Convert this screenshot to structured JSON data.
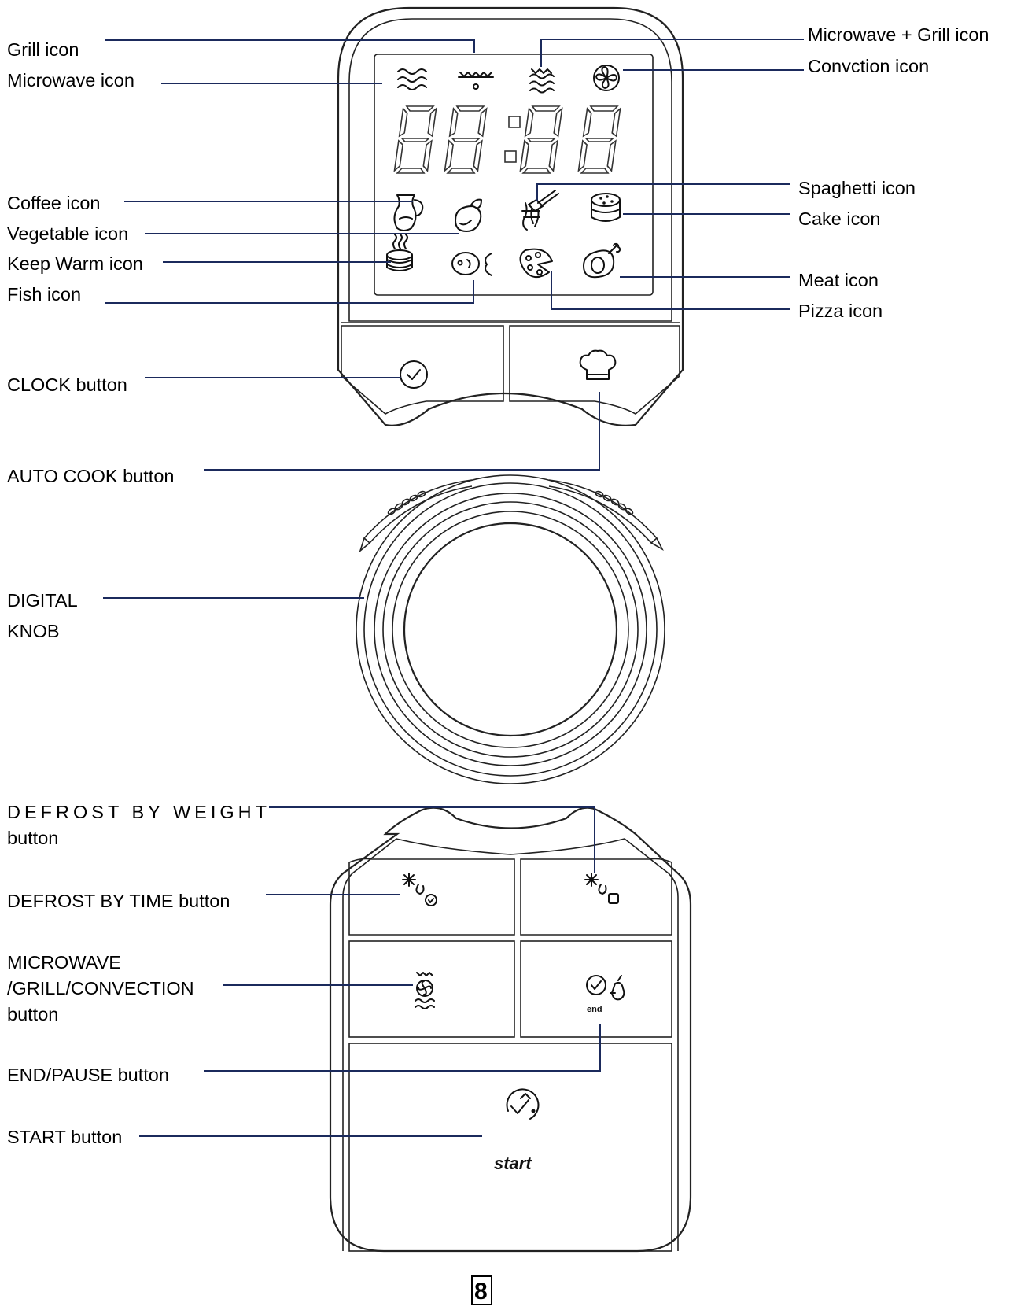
{
  "labels": {
    "grill": "Grill icon",
    "microwave": "Microwave icon",
    "microwave_grill": "Microwave + Grill icon",
    "convection": "Convction icon",
    "spaghetti": "Spaghetti icon",
    "cake": "Cake icon",
    "coffee": "Coffee icon",
    "vegetable": "Vegetable icon",
    "keep_warm": "Keep Warm icon",
    "fish": "Fish icon",
    "meat": "Meat icon",
    "pizza": "Pizza icon",
    "clock_button": "CLOCK button",
    "auto_cook_button": "AUTO COOK button",
    "digital_knob_line1": "DIGITAL",
    "digital_knob_line2": "KNOB",
    "defrost_weight_line1": "DEFROST BY WEIGHT",
    "defrost_weight_line2": "button",
    "defrost_time_button": "DEFROST BY TIME button",
    "mgc_line1": "MICROWAVE",
    "mgc_line2": "/GRILL/CONVECTION",
    "mgc_line3": "button",
    "end_pause_button": "END/PAUSE button",
    "start_button": "START button"
  },
  "icon_text": {
    "end": "end",
    "start": "start"
  },
  "page_number": "8"
}
